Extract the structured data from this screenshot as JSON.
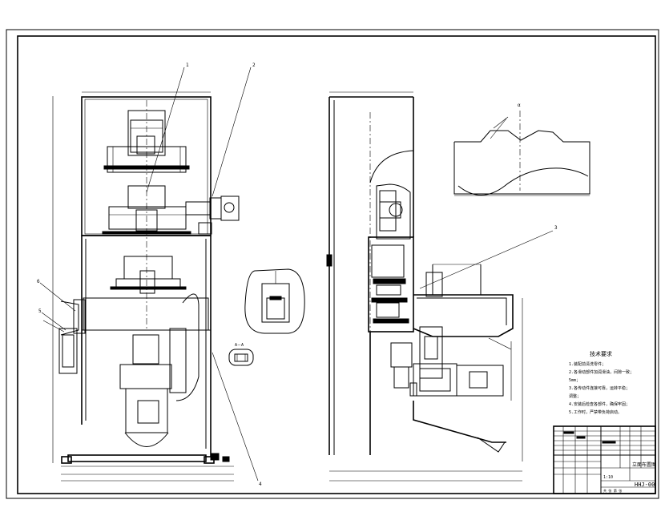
{
  "drawing": {
    "leaders": {
      "item1": "1",
      "item2": "2",
      "item3": "3",
      "item4": "4",
      "item5": "5",
      "item6": "6"
    },
    "section_label": "A－A",
    "angle_label": "α",
    "notes": {
      "title": "技术要求",
      "lines": [
        "1.装配前清洗零件；",
        "2.各滑动部件加润滑油，间隙一致；",
        "5mm；",
        "3.各传动件连接可靠，运转平稳；",
        "调整；",
        "4.安装后检查各部件，确保牢固；",
        "5.工作时，严禁带负荷启动。"
      ]
    },
    "title_block": {
      "drawing_name": "立面布置图",
      "drawing_number": "HHJ-00",
      "scale": "1:10",
      "sheet": "共 张 第 张"
    }
  }
}
